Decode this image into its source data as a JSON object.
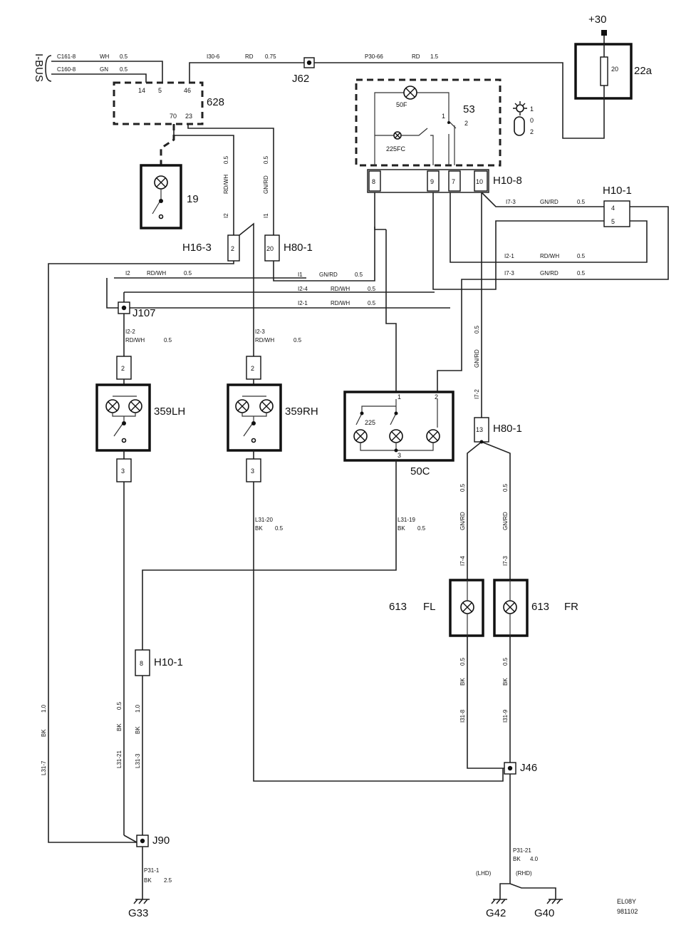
{
  "labels": {
    "ibus": "I-BUS",
    "plus30": "+30",
    "fuse_22a": "22a",
    "fuse_num": "20",
    "j62": "J62",
    "ecu_628": "628",
    "comp_19": "19",
    "h16_3": "H16-3",
    "h80_1_top": "H80-1",
    "h10_8": "H10-8",
    "h10_1_top": "H10-1",
    "j107": "J107",
    "lamp_359lh": "359LH",
    "lamp_359rh": "359RH",
    "comp_50c": "50C",
    "h80_1_mid": "H80-1",
    "lamp_613_fl_num": "613",
    "lamp_613_fl": "FL",
    "lamp_613_fr_num": "613",
    "lamp_613_fr": "FR",
    "h10_1_low": "H10-1",
    "j46": "J46",
    "j90": "J90",
    "g33": "G33",
    "g42": "G42",
    "g40": "G40",
    "doc_code": "EL08Y",
    "doc_date": "981102",
    "lamp_50f": "50F",
    "lamp_225fc": "225FC",
    "switch_53": "53",
    "lamp_225": "225",
    "lhd": "(LHD)",
    "rhd": "(RHD)"
  },
  "wires": {
    "c161": "C161-8",
    "c161_color": "WH",
    "c161_size": "0.5",
    "c160": "C160-8",
    "c160_color": "GN",
    "c160_size": "0.5",
    "i30": "I30-6",
    "i30_color": "RD",
    "i30_size": "0.75",
    "p30": "P30-66",
    "p30_color": "RD",
    "p30_size": "1.5",
    "i7_3a": "I7-3",
    "i7_3a_color": "GN/RD",
    "i7_3a_size": "0.5",
    "i2": "I2",
    "i2_color": "RD/WH",
    "i2_size": "0.5",
    "i1": "I1",
    "i1_color": "GN/RD",
    "i1_size": "0.5",
    "i2_1a": "I2-1",
    "i2_1a_color": "RD/WH",
    "i2_1a_size": "0.5",
    "i7_3b": "I7-3",
    "i7_3b_color": "GN/RD",
    "i7_3b_size": "0.5",
    "i2_4": "I2-4",
    "i2_4_color": "RD/WH",
    "i2_4_size": "0.5",
    "i2_1b": "I2-1",
    "i2_1b_color": "RD/WH",
    "i2_1b_size": "0.5",
    "i2_2": "I2-2",
    "i2_2_color": "RD/WH",
    "i2_2_size": "0.5",
    "i2_3": "I2-3",
    "i2_3_color": "RD/WH",
    "i2_3_size": "0.5",
    "v_i2_size": "0.5",
    "v_i2_color": "RD/WH",
    "v_i2": "I2",
    "v_i1_size": "0.5",
    "v_i1_color": "GN/RD",
    "v_i1": "I1",
    "v_i72_size": "0.5",
    "v_i72_color": "GN/RD",
    "v_i72": "I7-2",
    "l31_20": "L31-20",
    "l31_20_color": "BK",
    "l31_20_size": "0.5",
    "l31_19": "L31-19",
    "l31_19_color": "BK",
    "l31_19_size": "0.5",
    "v_i74_size": "0.5",
    "v_i74_color": "GN/RD",
    "v_i74": "I7-4",
    "v_i73_size": "0.5",
    "v_i73_color": "GN/RD",
    "v_i73": "I7-3",
    "v_i318_size": "0.5",
    "v_i318_color": "BK",
    "v_i318": "I31-8",
    "v_i319_size": "0.5",
    "v_i319_color": "BK",
    "v_i319": "I31-9",
    "v_l317_size": "1.0",
    "v_l317_color": "BK",
    "v_l317": "L31-7",
    "v_l3121_size": "0.5",
    "v_l3121_color": "BK",
    "v_l3121": "L31-21",
    "v_l313_size": "1.0",
    "v_l313_color": "BK",
    "v_l313": "L31-3",
    "p31_1": "P31-1",
    "p31_1_color": "BK",
    "p31_1_size": "2.5",
    "p31_21": "P31-21",
    "p31_21_color": "BK",
    "p31_21_size": "4.0"
  },
  "pins": {
    "p14": "14",
    "p5": "5",
    "p46": "46",
    "p70": "70",
    "p23": "23",
    "h163": "2",
    "h801a": "20",
    "h108_8": "8",
    "h108_9": "9",
    "h108_7": "7",
    "h108_10": "10",
    "h101_4": "4",
    "h101_5": "5",
    "lh2": "2",
    "lh3": "3",
    "rh2": "2",
    "rh3": "3",
    "c50_1": "1",
    "c50_2": "2",
    "c50_3": "3",
    "h801b": "13",
    "h101low": "8",
    "sw_1": "1",
    "sw_2": "2",
    "sym_1": "1",
    "sym_0": "0",
    "sym_2": "2"
  }
}
